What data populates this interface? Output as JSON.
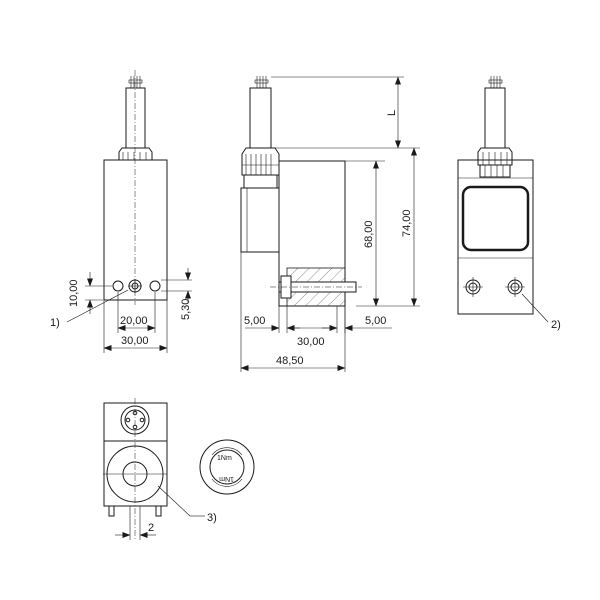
{
  "dimensions": {
    "d_10": "10,00",
    "d_20": "20,00",
    "d_30_front": "30,00",
    "d_5_30": "5,30",
    "d_5_left": "5,00",
    "d_30_side": "30,00",
    "d_5_right": "5,00",
    "d_48_50": "48,50",
    "d_68": "68,00",
    "d_74": "74,00",
    "d_L": "L",
    "d_2": "2"
  },
  "callouts": {
    "c1": "1)",
    "c2": "2)",
    "c3": "3)"
  },
  "torque_label": {
    "value": "1Nm"
  }
}
